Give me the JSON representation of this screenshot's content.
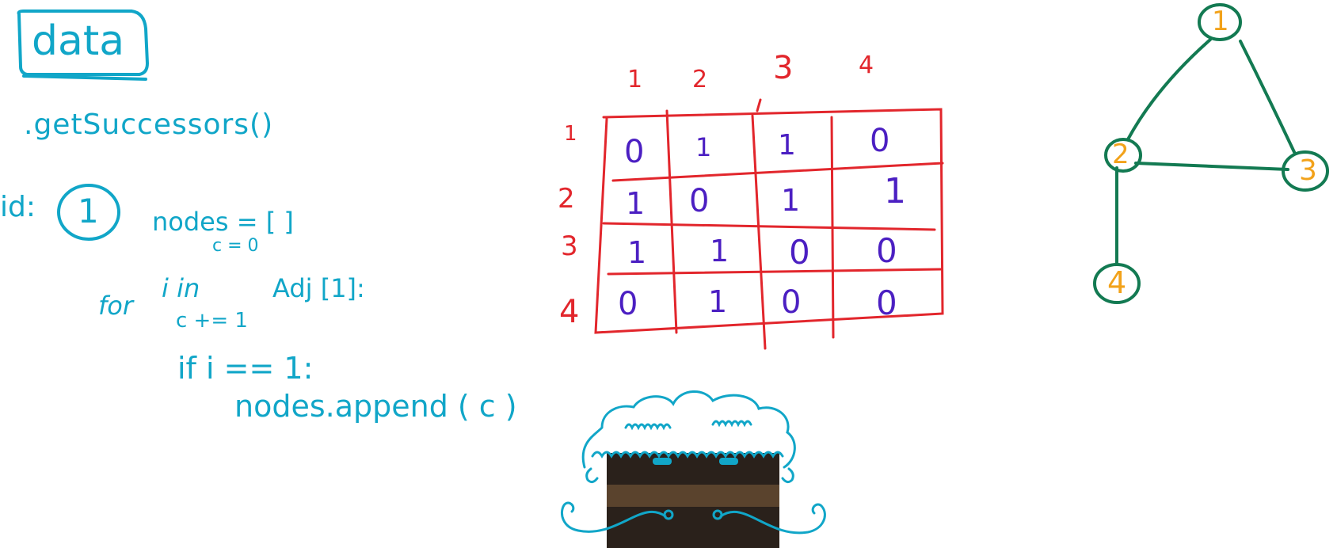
{
  "colors": {
    "cyan_ink": "#11a6c8",
    "red_ink": "#e2262c",
    "purple_ink": "#4b1fc2",
    "green_ink": "#137a52",
    "orange_ink": "#f2a21a",
    "avatar_box": "#2a211b",
    "avatar_stripe": "#5a432d"
  },
  "notes": {
    "title": "data",
    "method": ".getSuccessors()",
    "id_label": "id:",
    "id_value": "1",
    "code": {
      "line_nodes": "nodes = [ ]",
      "line_counter": "c = 0",
      "line_for_1": "for",
      "line_for_2": "i in",
      "line_for_3": "Adj [1]:",
      "line_increment": "c += 1",
      "line_if": "if  i == 1:",
      "line_append": "nodes.append ( c )"
    }
  },
  "matrix": {
    "col_headers": [
      "1",
      "2",
      "3",
      "4"
    ],
    "row_headers": [
      "1",
      "2",
      "3",
      "4"
    ],
    "rows": [
      [
        "0",
        "1",
        "1",
        "0"
      ],
      [
        "1",
        "0",
        "1",
        "1"
      ],
      [
        "1",
        "1",
        "0",
        "0"
      ],
      [
        "0",
        "1",
        "0",
        "0"
      ]
    ]
  },
  "graph": {
    "nodes": [
      "1",
      "2",
      "3",
      "4"
    ],
    "edges": [
      [
        "1",
        "2"
      ],
      [
        "1",
        "3"
      ],
      [
        "2",
        "3"
      ],
      [
        "2",
        "4"
      ]
    ]
  },
  "doodle": {
    "icon": "face-with-mustache-icon"
  }
}
